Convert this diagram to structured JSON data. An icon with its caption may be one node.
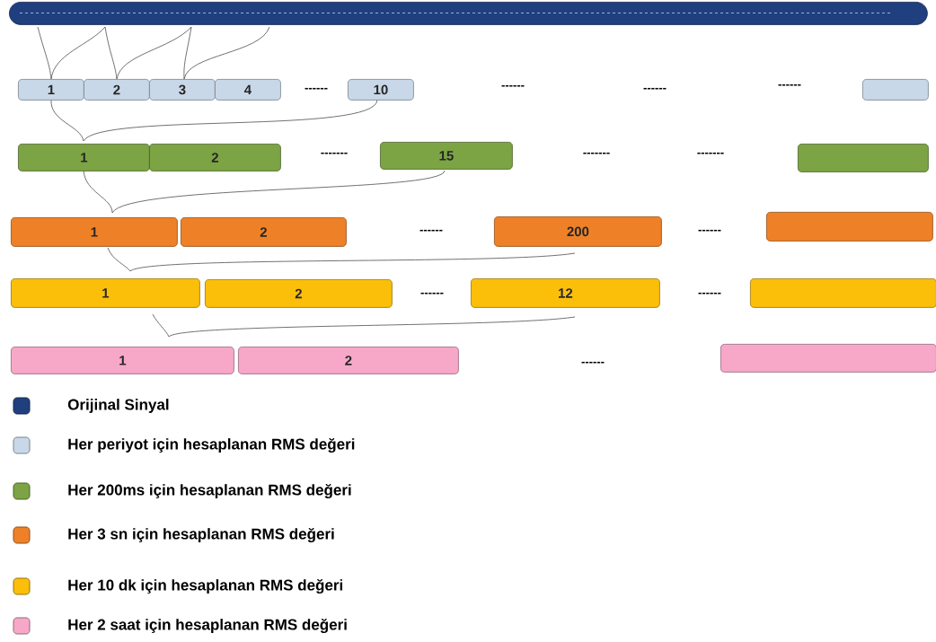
{
  "diagram": {
    "nodes": [
      {
        "text": [],
        "shape": "bar"
      },
      {
        "text": [
          "1"
        ]
      },
      {
        "text": [
          "2"
        ]
      },
      {
        "text": [
          "3"
        ]
      },
      {
        "text": [
          "4"
        ]
      },
      {
        "text": [
          "10"
        ]
      },
      {
        "text": [],
        "shape": "box"
      },
      {
        "text": [
          "1"
        ]
      },
      {
        "text": [
          "2"
        ]
      },
      {
        "text": [
          "15"
        ]
      },
      {
        "text": [],
        "shape": "box"
      },
      {
        "text": [
          "1"
        ]
      },
      {
        "text": [
          "2"
        ]
      },
      {
        "text": [
          "200"
        ]
      },
      {
        "text": [],
        "shape": "box"
      },
      {
        "text": [
          "1"
        ]
      },
      {
        "text": [
          "2"
        ]
      },
      {
        "text": [
          "12"
        ]
      },
      {
        "text": [],
        "shape": "box"
      },
      {
        "text": [
          "1"
        ]
      },
      {
        "text": [
          "2"
        ]
      },
      {
        "text": [],
        "shape": "box"
      }
    ],
    "labels": [
      "------",
      "------",
      "------",
      "------",
      "-------",
      "-------",
      "-------",
      "------",
      "------",
      "------",
      "------",
      "------"
    ],
    "legend": [
      {
        "text": "Orijinal Sinyal",
        "color": "#1f3f7f"
      },
      {
        "text": "Her periyot için hesaplanan RMS değeri",
        "color": "#c9d8e8"
      },
      {
        "text": "Her 200ms için hesaplanan RMS değeri",
        "color": "#7ca444"
      },
      {
        "text": "Her 3 sn için hesaplanan RMS değeri",
        "color": "#ee8127"
      },
      {
        "text": "Her 10 dk için hesaplanan RMS değeri",
        "color": "#fbbf0a"
      },
      {
        "text": "Her 2 saat için hesaplanan RMS değeri",
        "color": "#f7a8c8"
      }
    ]
  }
}
